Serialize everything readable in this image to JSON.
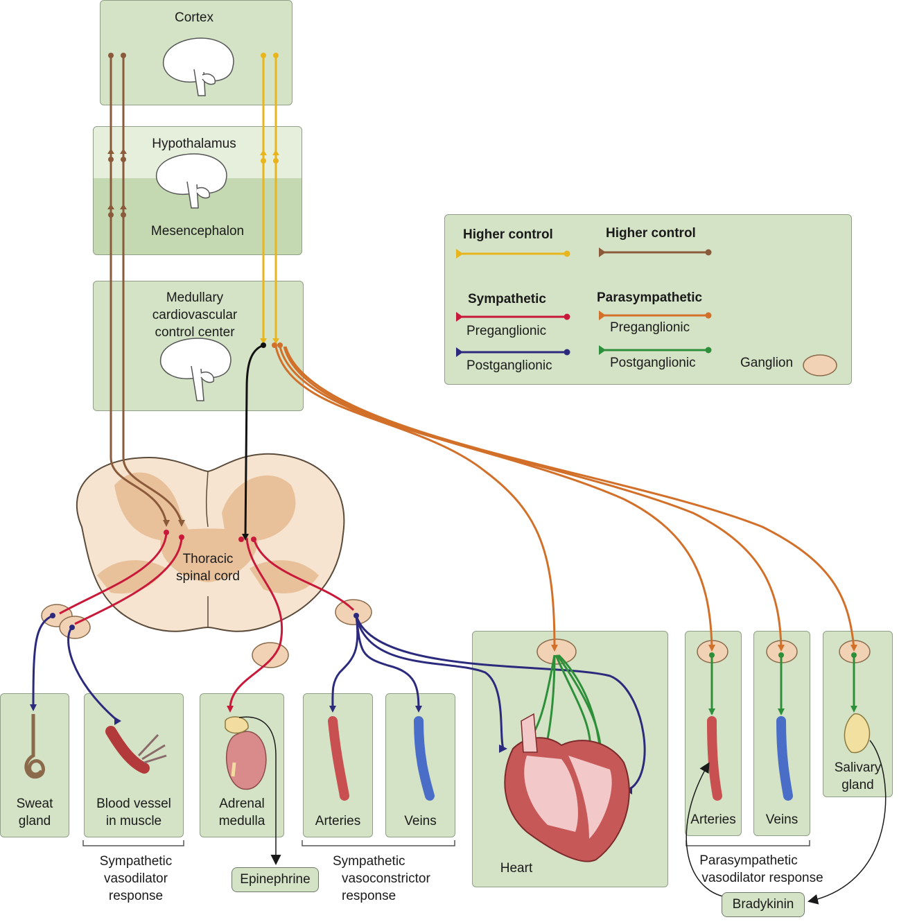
{
  "brain": {
    "cortex": "Cortex",
    "hypothalamus": "Hypothalamus",
    "mesencephalon": "Mesencephalon",
    "medulla_line1": "Medullary",
    "medulla_line2": "cardiovascular",
    "medulla_line3": "control center"
  },
  "spinal_cord": {
    "line1": "Thoracic",
    "line2": "spinal cord"
  },
  "legend": {
    "higher_control_1": "Higher control",
    "higher_control_2": "Higher control",
    "sympathetic": "Sympathetic",
    "parasympathetic": "Parasympathetic",
    "symp_pre": "Preganglionic",
    "symp_post": "Postganglionic",
    "para_pre": "Preganglionic",
    "para_post": "Postganglionic",
    "ganglion": "Ganglion"
  },
  "targets": {
    "sweat_1": "Sweat",
    "sweat_2": "gland",
    "vessel_1": "Blood vessel",
    "vessel_2": "in muscle",
    "adrenal_1": "Adrenal",
    "adrenal_2": "medulla",
    "arteries": "Arteries",
    "veins": "Veins",
    "heart": "Heart",
    "para_arteries": "Arteries",
    "para_veins": "Veins",
    "salivary_1": "Salivary",
    "salivary_2": "gland"
  },
  "responses": {
    "symp_vasodilator_1": "Sympathetic",
    "symp_vasodilator_2": "vasodilator",
    "symp_vasodilator_3": "response",
    "symp_vasoconstrictor_1": "Sympathetic",
    "symp_vasoconstrictor_2": "vasoconstrictor",
    "symp_vasoconstrictor_3": "response",
    "para_vasodilator_1": "Parasympathetic",
    "para_vasodilator_2": "vasodilator response"
  },
  "substances": {
    "epinephrine": "Epinephrine",
    "bradykinin": "Bradykinin"
  },
  "colors": {
    "higher_control_yellow": "#e8b51c",
    "higher_control_brown": "#8a5a3a",
    "sympathetic_pre": "#c8193a",
    "sympathetic_post": "#2b2a7c",
    "parasympathetic_pre": "#d2702a",
    "parasympathetic_post": "#2e8f3a",
    "ganglion": "#f2d2b4",
    "panel": "#d4e3c6"
  }
}
